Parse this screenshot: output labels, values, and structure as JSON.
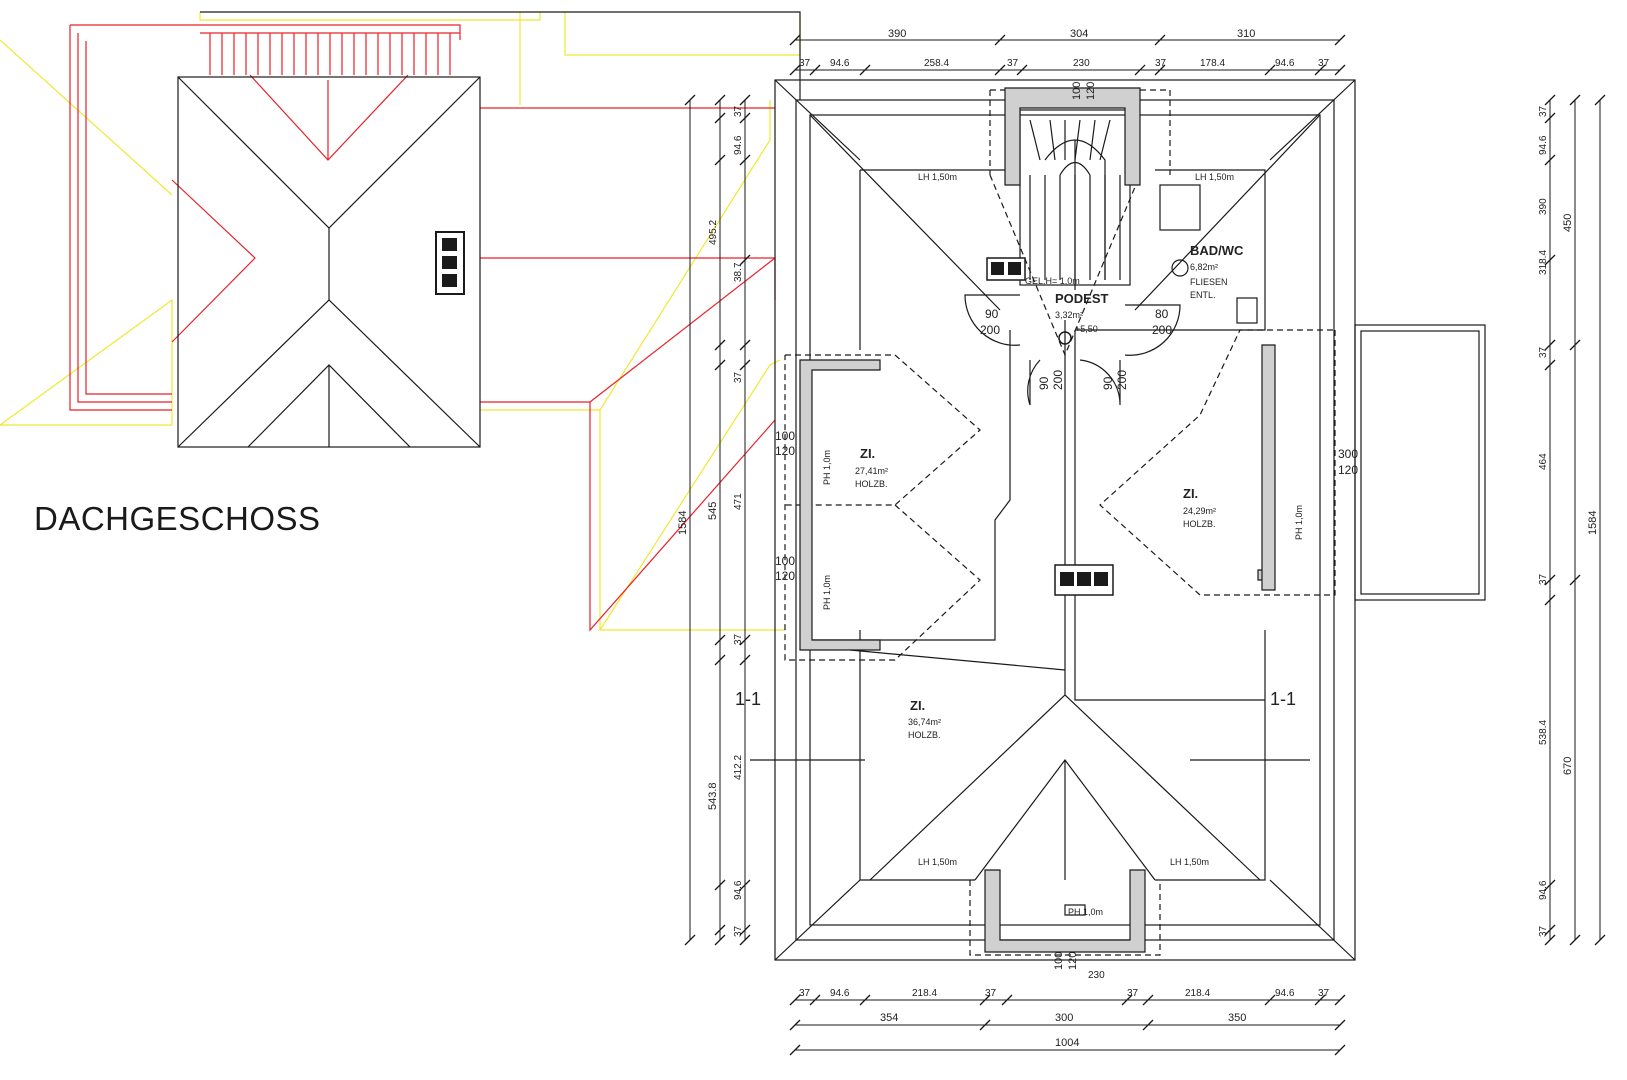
{
  "drawing_title": "DACHGESCHOSS",
  "colors": {
    "line": "#1a1a1a",
    "red": "#e8202a",
    "yellow": "#f0e830",
    "fill": "#d0d0d0"
  },
  "rooms": {
    "lh_top_left": "LH 1,50m",
    "lh_top_right": "LH 1,50m",
    "lh_bottom_left": "LH 1,50m",
    "lh_bottom_right": "LH 1,50m",
    "bad_name": "BAD/WC",
    "bad_area": "6,82m²",
    "bad_floor1": "FLIESEN",
    "bad_floor2": "ENTL.",
    "podest_name": "PODEST",
    "podest_area": "3,32m²",
    "podest_level": "+5,50",
    "gel": "GEL.H= 1,0m",
    "zi_w_name": "ZI.",
    "zi_w_area": "27,41m²",
    "zi_w_floor": "HOLZB.",
    "zi_e_name": "ZI.",
    "zi_e_area": "24,29m²",
    "zi_e_floor": "HOLZB.",
    "zi_s_name": "ZI.",
    "zi_s_area": "36,74m²",
    "zi_s_floor": "HOLZB.",
    "ph_w1": "PH 1,0m",
    "ph_w2": "PH 1,0m",
    "ph_e": "PH 1,0m",
    "ph_s": "PH 1,0m",
    "section_left": "1-1",
    "section_right": "1-1"
  },
  "openings": {
    "door_w_a": "90",
    "door_w_b": "200",
    "door_e_a": "80",
    "door_e_b": "200",
    "door_s1_a": "90",
    "door_s1_b": "200",
    "door_s2_a": "90",
    "door_s2_b": "200",
    "win_w1_a": "100",
    "win_w1_b": "120",
    "win_w2_a": "100",
    "win_w2_b": "120",
    "win_e_a": "300",
    "win_e_b": "120",
    "win_top_a": "100",
    "win_top_b": "120",
    "win_bot_a": "100",
    "win_bot_b": "120",
    "win_bot_w": "230"
  },
  "dims_top": {
    "outer": [
      "390",
      "304",
      "310"
    ],
    "inner": [
      "37",
      "94.6",
      "258.4",
      "37",
      "230",
      "37",
      "178.4",
      "94.6",
      "37"
    ]
  },
  "dims_bottom": {
    "inner": [
      "37",
      "94.6",
      "218.4",
      "37",
      "37",
      "218.4",
      "94.6",
      "37"
    ],
    "mid": [
      "354",
      "300",
      "350"
    ],
    "total": "1004"
  },
  "dims_left": {
    "inner": [
      "37",
      "94.6",
      "495.2",
      "38.7",
      "37",
      "471",
      "37",
      "412.2",
      "94.6",
      "37"
    ],
    "mid": [
      "545",
      "543.8"
    ],
    "total": "1584"
  },
  "dims_right": {
    "inner": [
      "37",
      "94.6",
      "390",
      "318.4",
      "37",
      "464",
      "37",
      "538.4",
      "94.6",
      "37"
    ],
    "mid": [
      "450",
      "670"
    ],
    "total": "1584"
  }
}
